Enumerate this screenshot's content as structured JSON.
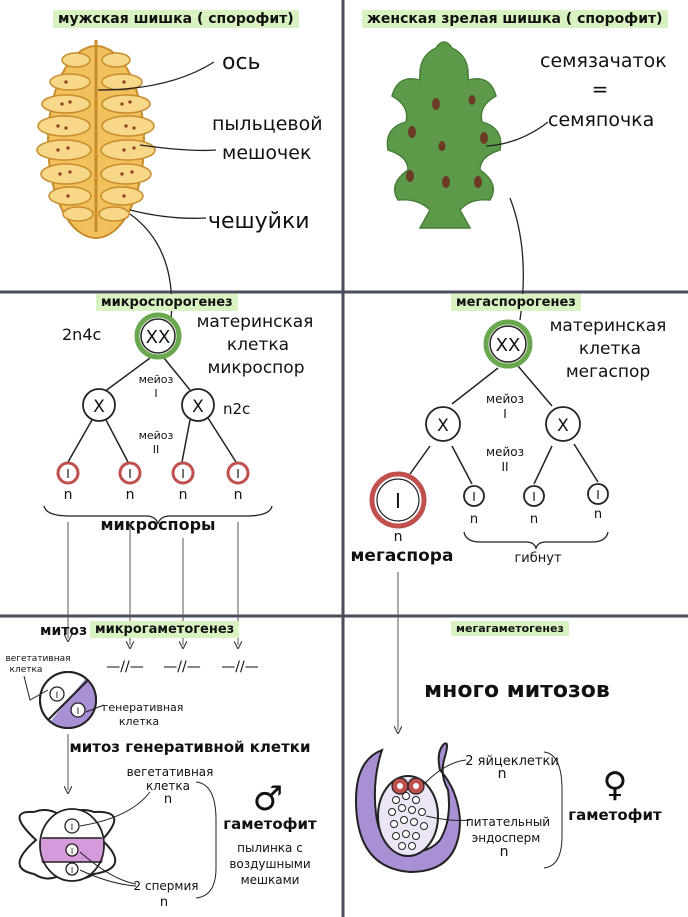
{
  "colors": {
    "highlight": "#d9f2c2",
    "grid_line": "#4a4e5c",
    "male_cone": "#f2c15c",
    "male_cone_dark": "#c98c2c",
    "female_scale": "#5c9a4a",
    "seed": "#6b3b26",
    "spore": "#c0504d",
    "mother_cell_ring": "#6aa84f",
    "sperm_band": "#d49ad9",
    "purple": "#a98fd4"
  },
  "panels": {
    "male_cone": {
      "title": "мужская шишка ( спорофит)",
      "axis": "ось",
      "pollen_sac_1": "пыльцевой",
      "pollen_sac_2": "мешочек",
      "scales": "чешуйки"
    },
    "female_cone": {
      "title": "женская зрелая шишка ( спорофит)",
      "ovule_1": "семязачаток",
      "equals": "=",
      "ovule_2": "семяпочка"
    },
    "microsporogenesis": {
      "title": "микроспорогенез",
      "ploidy_mother": "2n4c",
      "mother_cell_symbol": "XX",
      "mother_1": "материнская",
      "mother_2": "клетка",
      "mother_3": "микроспор",
      "meiosis_label": "мейоз",
      "meiosis_1": "I",
      "meiosis_2": "II",
      "cell_symbol": "X",
      "ploidy_n2c": "n2c",
      "spore_symbol": "I",
      "n": "n",
      "result": "микроспоры"
    },
    "megasporogenesis": {
      "title": "мегаспорогенез",
      "mother_cell_symbol": "XX",
      "mother_1": "материнская",
      "mother_2": "клетка",
      "mother_3": "мегаспор",
      "meiosis_label": "мейоз",
      "meiosis_1": "I",
      "meiosis_2": "II",
      "cell_symbol": "X",
      "spore_symbol": "I",
      "n": "n",
      "megaspore": "мегаспора",
      "die": "гибнут"
    },
    "microgametogenesis": {
      "mitosis": "митоз",
      "title": "микрогаметогенез",
      "skip": "—//—",
      "vegetative_1": "вегетативная",
      "vegetative_2": "клетка",
      "generative_1": "генеративная",
      "generative_2": "клетка",
      "mitosis_generative": "митоз генеративной клетки",
      "veg_n_1": "вегетативная",
      "veg_n_2": "клетка",
      "n": "n",
      "male_symbol": "♂",
      "gametophyte": "гаметофит",
      "pollen_1": "пылинка с",
      "pollen_2": "воздушными",
      "pollen_3": "мешками",
      "sperm": "2 спермия",
      "cell_symbol": "I"
    },
    "megagametogenesis": {
      "title": "мегагаметогенез",
      "many_mitoses": "много митозов",
      "eggs": "2 яйцеклетки",
      "n": "n",
      "endo_1": "питательный",
      "endo_2": "эндосперм",
      "female_symbol": "♀",
      "gametophyte": "гаметофит"
    }
  }
}
